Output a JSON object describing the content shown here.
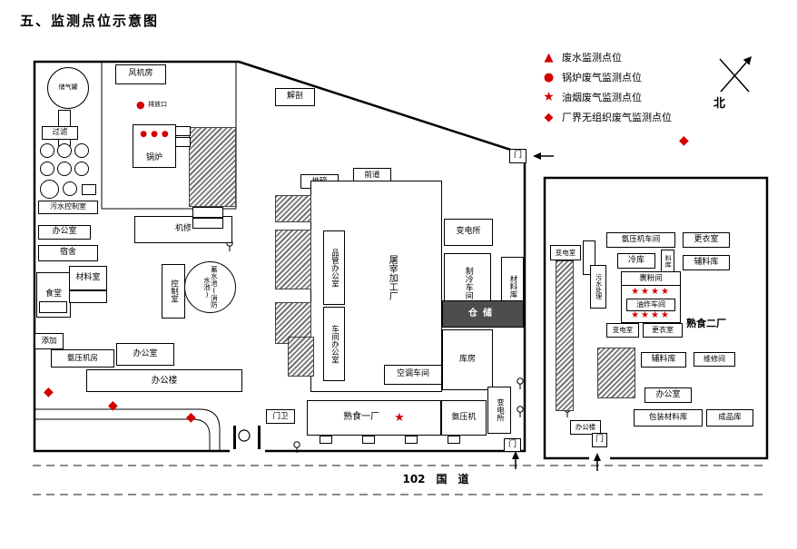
{
  "title": "五、监测点位示意图",
  "legend": {
    "items": [
      {
        "symbol": "▲",
        "label": "废水监测点位"
      },
      {
        "symbol": "●",
        "label": "锅炉废气监测点位"
      },
      {
        "symbol": "★",
        "label": "油烟废气监测点位"
      },
      {
        "symbol": "◆",
        "label": "厂界无组织废气监测点位"
      }
    ]
  },
  "compass": {
    "label": "北"
  },
  "road": {
    "label": "102　国　道"
  },
  "markers": {
    "dot": "●",
    "star": "★",
    "star_row": "★★★★",
    "diamond": "◆"
  },
  "colors": {
    "marker_red": "#d40000",
    "line_black": "#000000"
  },
  "buildings": {
    "gas_tank": "储气罐",
    "fan_room": "风机房",
    "filter": "过滤",
    "sewage_control": "污水控制室",
    "office_1": "办公室",
    "dorm": "宿舍",
    "canteen": "食堂",
    "material_room": "材料室",
    "additive": "添加",
    "ammonia_room": "氨压机房",
    "office_2": "办公室",
    "office_building": "办公楼",
    "boiler": "锅炉",
    "outlet": "排放口",
    "repair": "机修",
    "control_room": "控制室",
    "reservoir": "蓄水池(消防水池)",
    "dissection": "解剖",
    "weighbridge": "地磅",
    "front": "前道",
    "slaughterhouse": "屠宰加工厂",
    "qc_office": "品管办公室",
    "workshop_office": "车间办公室",
    "substation_1": "变电所",
    "refrigeration": "制冷车间",
    "material_store_1": "材料库",
    "storage": "仓储",
    "warehouse": "库房",
    "ac_workshop": "空调车间",
    "cooked_food_1": "熟食一厂",
    "ammonia": "氨压机",
    "substation_2": "变电所",
    "gatehouse": "门卫",
    "gate": "门"
  },
  "factory2": {
    "substation_a": "变电室",
    "ammonia_workshop": "氨压机车间",
    "changing_1": "更衣室",
    "cold_storage": "冷库",
    "material_small": "料库",
    "aux_material_1": "辅料库",
    "sewage_treat": "污水处理",
    "coating": "裹粉间",
    "frying": "油炸车间",
    "name": "熟食二厂",
    "substation_b": "变电室",
    "changing_2": "更衣室",
    "aux_material_2": "辅料库",
    "repair_room": "维修间",
    "office": "办公室",
    "packaging": "包装材料库",
    "finished": "成品库",
    "office_small": "办公楼",
    "gate": "门"
  }
}
